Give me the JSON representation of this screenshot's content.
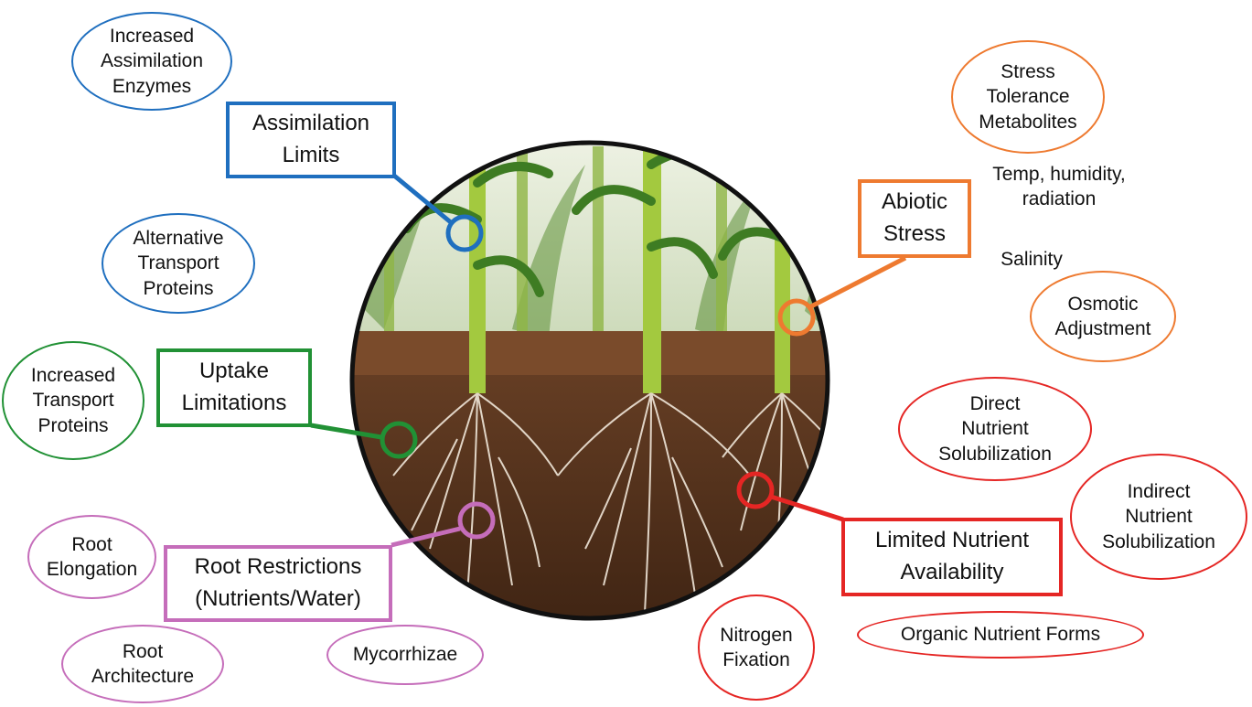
{
  "colors": {
    "blue": "#1f6fbf",
    "orange": "#ee7a30",
    "green": "#219135",
    "purple": "#c56dba",
    "red": "#e52624",
    "sky": "#dce6cf",
    "soil_top": "#6a4126",
    "soil_deep": "#4c2d18",
    "stalk": "#9cc33b",
    "leaf": "#3e7c23",
    "root": "#efe6d8"
  },
  "icons": {
    "center_image": "corn-field-with-roots"
  },
  "boxes": {
    "assimilation": "Assimilation\nLimits",
    "abiotic": "Abiotic\nStress",
    "uptake": "Uptake\nLimitations",
    "root_restrictions": "Root Restrictions\n(Nutrients/Water)",
    "nutrient_availability": "Limited Nutrient\nAvailability"
  },
  "ovals": {
    "increased_assimilation_enzymes": "Increased\nAssimilation\nEnzymes",
    "alternative_transport_proteins": "Alternative\nTransport\nProteins",
    "increased_transport_proteins": "Increased\nTransport\nProteins",
    "root_elongation": "Root\nElongation",
    "root_architecture": "Root\nArchitecture",
    "mycorrhizae": "Mycorrhizae",
    "stress_tolerance_metabolites": "Stress\nTolerance\nMetabolites",
    "osmotic_adjustment": "Osmotic\nAdjustment",
    "direct_nutrient_solubilization": "Direct\nNutrient\nSolubilization",
    "indirect_nutrient_solubilization": "Indirect\nNutrient\nSolubilization",
    "nitrogen_fixation": "Nitrogen\nFixation",
    "organic_nutrient_forms": "Organic Nutrient Forms"
  },
  "plain": {
    "temp_humidity_radiation": "Temp, humidity,\nradiation",
    "salinity": "Salinity"
  }
}
